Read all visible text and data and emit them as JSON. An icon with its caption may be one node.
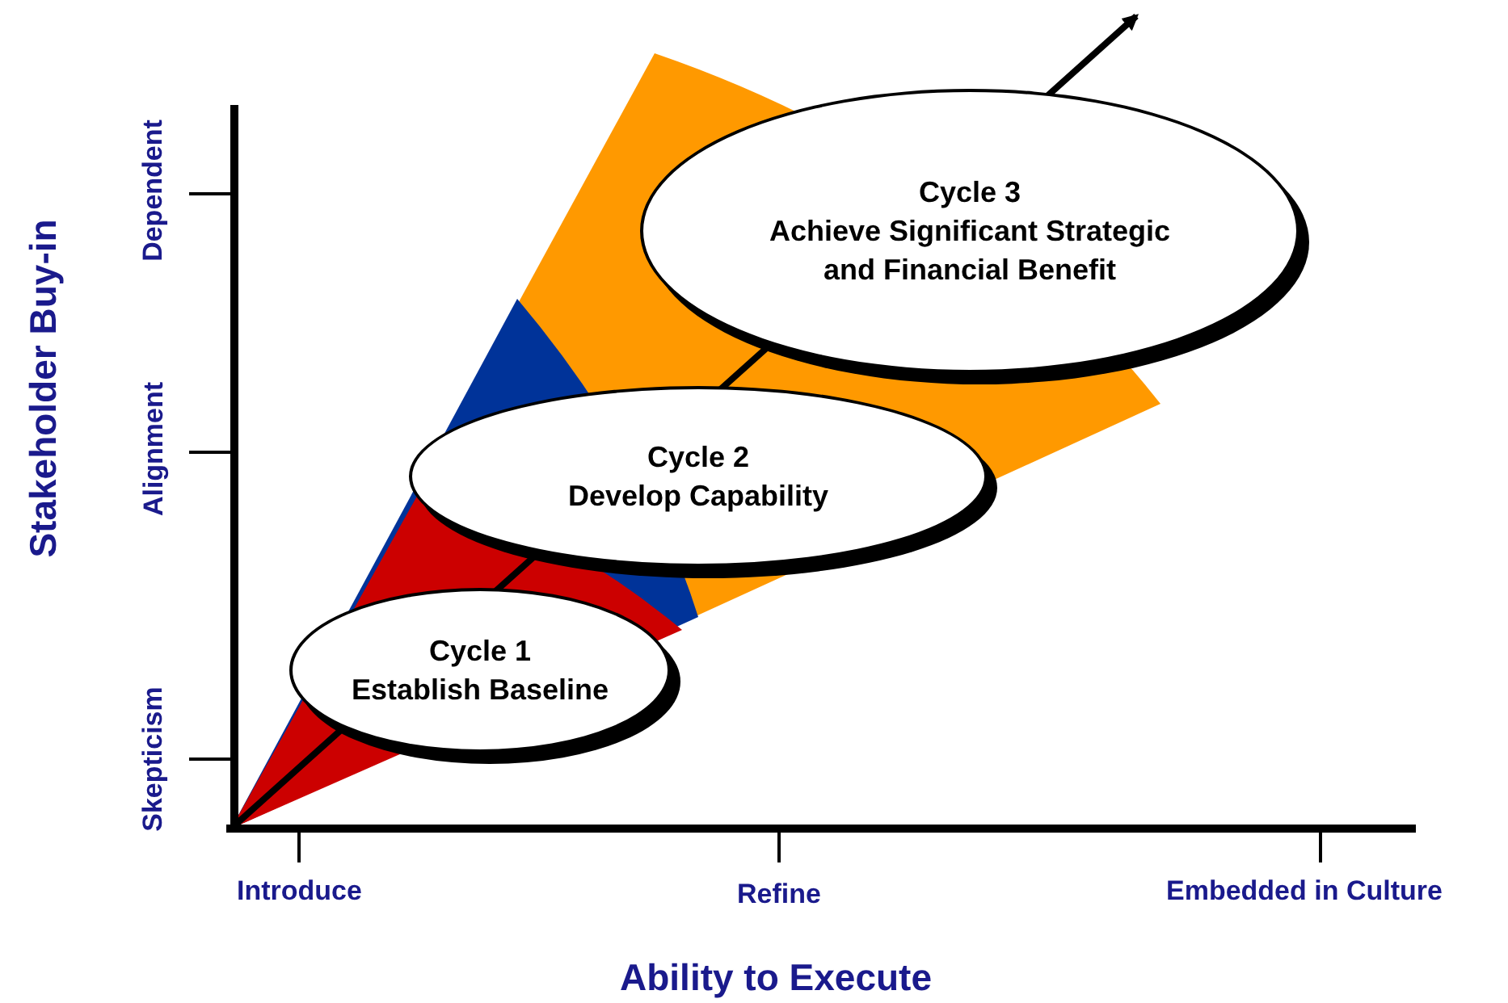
{
  "diagram": {
    "nodes": [
      {
        "text": [
          "Cycle 1",
          "Establish Baseline"
        ]
      },
      {
        "text": [
          "Cycle 2",
          "Develop Capability"
        ]
      },
      {
        "text": [
          "Cycle 3",
          "Achieve Significant Strategic and Financial Benefit"
        ]
      }
    ],
    "labels": [
      "Dependent",
      "Alignment",
      "Skepticism",
      "Stakeholder Buy-in",
      "Introduce",
      "Refine",
      "Embedded in Culture",
      "Ability to Execute"
    ]
  }
}
